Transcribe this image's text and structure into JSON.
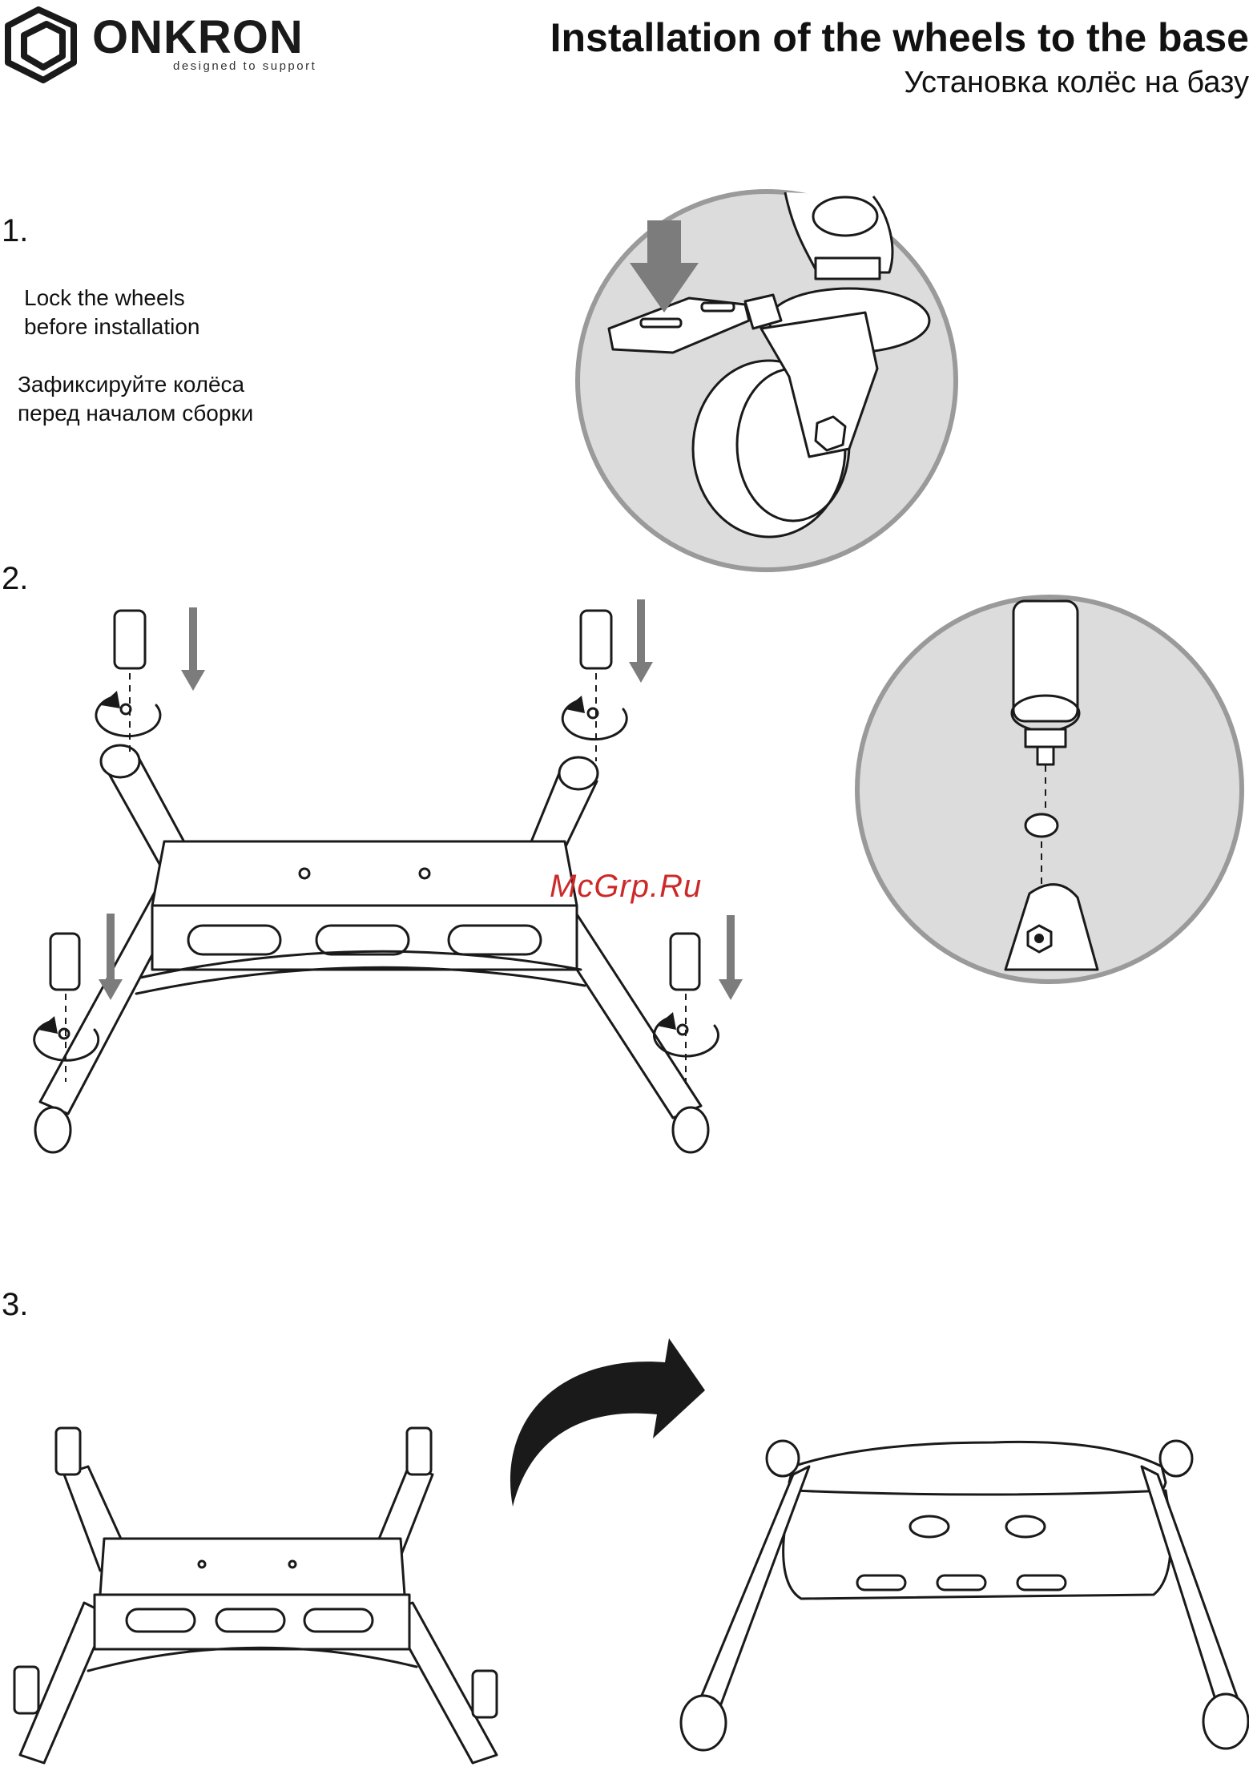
{
  "header": {
    "brand": "ONKRON",
    "tagline": "designed to support",
    "title_en": "Installation of the wheels to the base",
    "title_ru": "Установка колёс на базу"
  },
  "steps": [
    {
      "number": "1.",
      "text_en_line1": "Lock the wheels",
      "text_en_line2": "before installation",
      "text_ru_line1": "Зафиксируйте колёса",
      "text_ru_line2": "перед началом сборки"
    },
    {
      "number": "2."
    },
    {
      "number": "3."
    }
  ],
  "watermark": "McGrp.Ru",
  "colors": {
    "line": "#1a1a1a",
    "circle_fill": "#dcdcdc",
    "circle_border": "#9a9a9a",
    "arrow_gray": "#7c7c7c",
    "watermark": "#cc2a2a"
  },
  "icons": [
    "onkron-logo-icon",
    "down-arrow-icon",
    "rotate-arrow-icon",
    "curved-arrow-icon"
  ]
}
